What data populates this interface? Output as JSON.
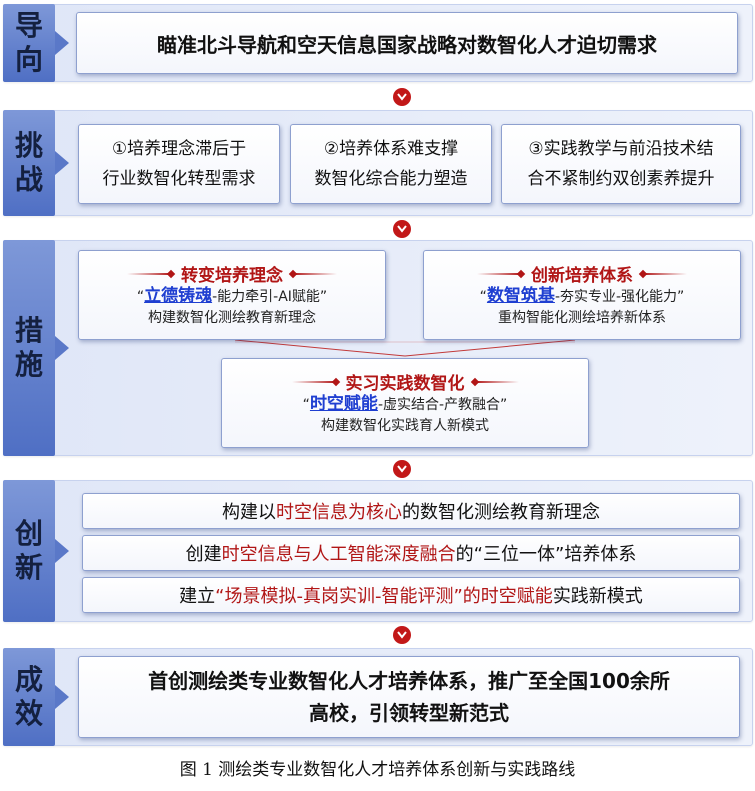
{
  "sections": {
    "guide": {
      "label": [
        "导",
        "向"
      ],
      "text": "瞄准北斗导航和空天信息国家战略对数智化人才迫切需求"
    },
    "challenge": {
      "label": [
        "挑",
        "战"
      ],
      "items": [
        {
          "line1": "①培养理念滞后于",
          "line2": "行业数智化转型需求"
        },
        {
          "line1": "②培养体系难支撑",
          "line2": "数智化综合能力塑造"
        },
        {
          "line1": "③实践教学与前沿技术结",
          "line2": "合不紧制约双创素养提升"
        }
      ]
    },
    "measures": {
      "label": [
        "措",
        "施"
      ],
      "cards": [
        {
          "title": "转变培养理念",
          "open": "“",
          "key": "立德铸魂",
          "rest": "-能力牵引-AI赋能",
          "close": "”",
          "desc": "构建数智化测绘教育新理念"
        },
        {
          "title": "创新培养体系",
          "open": "“",
          "key": "数智筑基",
          "rest": "-夯实专业-强化能力",
          "close": "”",
          "desc": "重构智能化测绘培养新体系"
        },
        {
          "title": "实习实践数智化",
          "open": "“",
          "key": "时空赋能",
          "rest": "-虚实结合-产教融合",
          "close": "”",
          "desc": "构建数智化实践育人新模式"
        }
      ]
    },
    "innovation": {
      "label": [
        "创",
        "新"
      ],
      "rows": [
        {
          "a": "构建以",
          "b": "时空信息为核心",
          "c": "的数智化测绘教育新理念"
        },
        {
          "a": "创建",
          "b": "时空信息与人工智能深度融合",
          "c": "的“三位一体”培养体系"
        },
        {
          "a": "建立",
          "b": "“场景模拟-真岗实训-智能评测”的时空赋能",
          "c": "实践新模式"
        }
      ]
    },
    "result": {
      "label": [
        "成",
        "效"
      ],
      "line1": "首创测绘类专业数智化人才培养体系，推广至全国100余所",
      "line2": "高校，引领转型新范式"
    }
  },
  "caption": "图 1 测绘类专业数智化人才培养体系创新与实践路线",
  "colors": {
    "accent_red": "#b11616",
    "key_blue": "#1f3fd1",
    "label_blue": "#5a78c8"
  }
}
